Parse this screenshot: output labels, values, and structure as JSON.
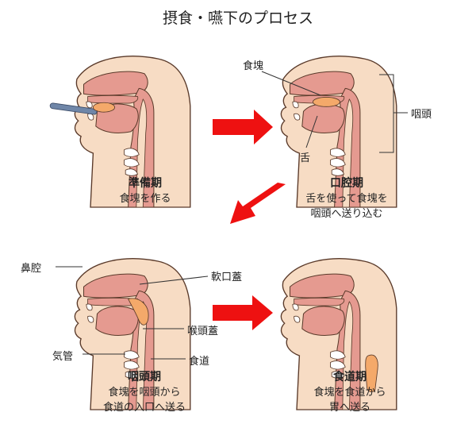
{
  "title": "摂食・嚥下のプロセス",
  "stages": [
    {
      "name": "準備期",
      "desc": [
        "食塊を作る"
      ]
    },
    {
      "name": "口腔期",
      "desc": [
        "舌を使って食塊を",
        "咽頭へ送り込む"
      ]
    },
    {
      "name": "咽頭期",
      "desc": [
        "食塊を咽頭から",
        "食道の入口へ送る"
      ]
    },
    {
      "name": "食道期",
      "desc": [
        "食塊を食道から",
        "胃へ送る"
      ]
    }
  ],
  "labels": {
    "bolus": "食塊",
    "tongue": "舌",
    "pharynx": "咽頭",
    "nasal_cavity": "鼻腔",
    "soft_palate": "軟口蓋",
    "epiglottis": "喉頭蓋",
    "trachea": "気管",
    "esophagus": "食道"
  },
  "colors": {
    "skin": "#f7dcc4",
    "outline": "#5a3a2a",
    "tissue": "#e59a90",
    "tissue_dark": "#d97d74",
    "bolus": "#f4a96a",
    "arrow": "#ee1111",
    "spoon": "#6f86a8"
  }
}
